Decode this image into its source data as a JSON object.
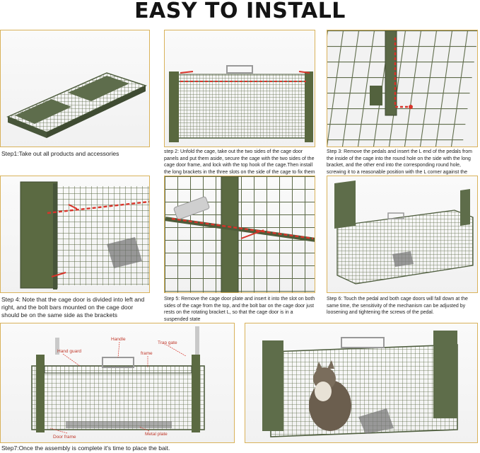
{
  "title": "EASY TO INSTALL",
  "steps": [
    {
      "caption": "Step1:Take out all products and accessories"
    },
    {
      "caption": "step 2:   Unfold the cage, take out the two sides of the cage door panels and put them aside, secure the cage with the two sides of the cage door frame, and lock with the top hook of the cage.Then install the long brackets in the three slots on the side of the cage to fix them"
    },
    {
      "caption": "Step 3: Remove the pedals and insert the L end of the pedals from the inside of the cage into the round hole on the side with the long bracket, and the other end into the corresponding round hole, screwing it to a reasonable position with the L corner against the steel bar above it."
    },
    {
      "caption": "Step 4: Note that the cage door is divided into left and right, and the bolt bars mounted on the cage door should be on the same side as the brackets"
    },
    {
      "caption": "Step 5: Remove the cage door plate and insert it into the slot on both sides of the cage from the top, and the bolt bar on the cage door just rests on the rotating bracket L, so that the cage door is in a suspended state"
    },
    {
      "caption": "Step 6: Touch the pedal and both cage doors will fall down at the same time, the sensitivity of the mechanism can be adjusted by loosening and tightening the screws of the pedal."
    },
    {
      "caption": "Step7:Once the assembly is complete it's time to place the bait."
    }
  ],
  "labels": {
    "handle": "Handle",
    "hand_guard": "Hand guard",
    "trap_gate": "Trap gate",
    "frame": "frame",
    "door_frame": "Door frame",
    "metal_plate": "Metal plate"
  },
  "colors": {
    "frame_border": "#d9b25a",
    "cage_green": "#4f5e3f",
    "accent_red": "#d8342a"
  }
}
